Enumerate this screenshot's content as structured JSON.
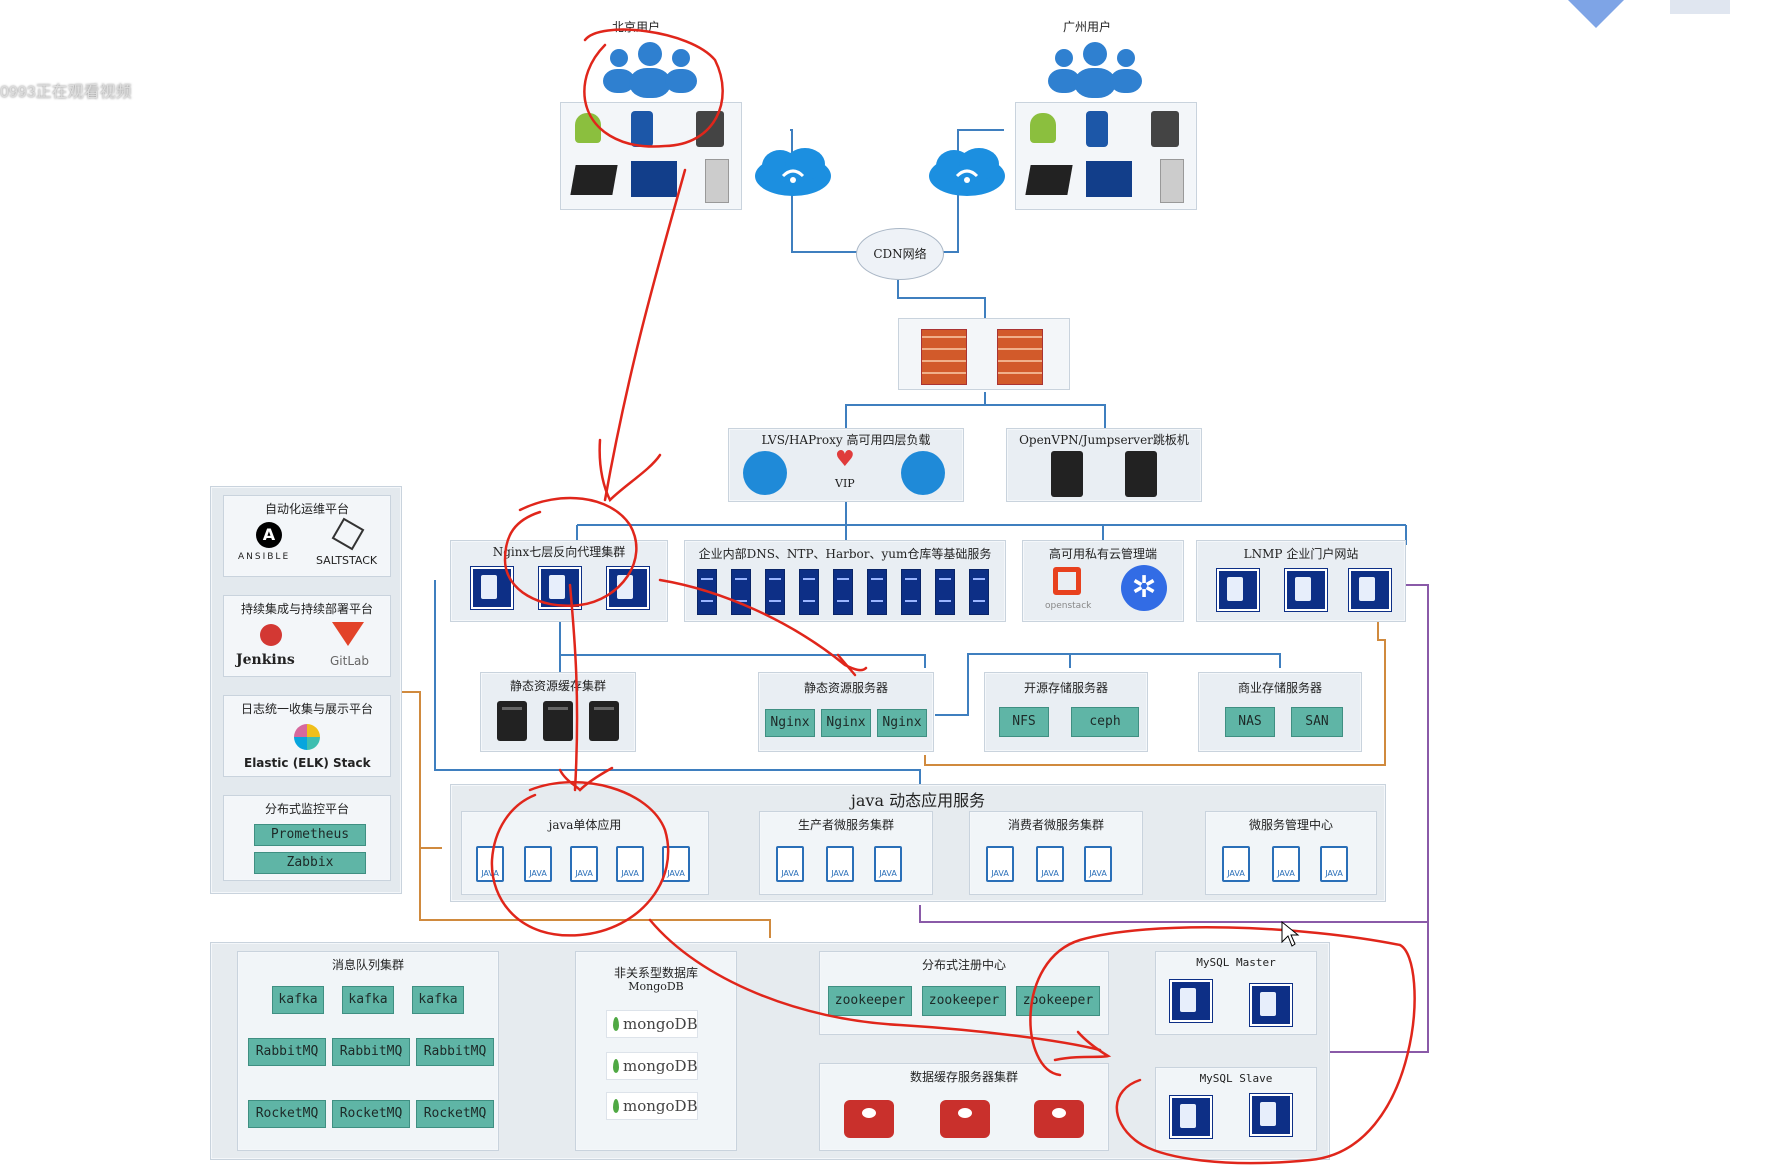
{
  "watermark": "0993正在观看视频",
  "users": {
    "beijing": "北京用户",
    "guangzhou": "广州用户"
  },
  "cdn": "CDN网络",
  "lvs": {
    "title": "LVS/HAProxy 高可用四层负载",
    "vip": "VIP"
  },
  "openvpn": "OpenVPN/Jumpserver跳板机",
  "nginx_proxy": "Nginx七层反向代理集群",
  "infra": "企业内部DNS、NTP、Harbor、yum仓库等基础服务",
  "cloud": {
    "title": "高可用私有云管理端",
    "openstack": "openstack"
  },
  "lnmp": "LNMP 企业门户网站",
  "static_cache": "静态资源缓存集群",
  "static_server": {
    "title": "静态资源服务器",
    "items": [
      "Nginx",
      "Nginx",
      "Nginx"
    ]
  },
  "open_storage": {
    "title": "开源存储服务器",
    "items": [
      "NFS",
      "ceph"
    ]
  },
  "biz_storage": {
    "title": "商业存储服务器",
    "items": [
      "NAS",
      "SAN"
    ]
  },
  "java_dynamic": {
    "title": "java 动态应用服务",
    "groups": [
      "java单体应用",
      "生产者微服务集群",
      "消费者微服务集群",
      "微服务管理中心"
    ]
  },
  "sidebar": {
    "auto_ops": {
      "title": "自动化运维平台",
      "ansible": "ANSIBLE",
      "salt": "SALTSTACK"
    },
    "ci_cd": {
      "title": "持续集成与持续部署平台",
      "jenkins": "Jenkins",
      "gitlab": "GitLab"
    },
    "logging": {
      "title": "日志统一收集与展示平台",
      "elk": "Elastic (ELK) Stack"
    },
    "monitoring": {
      "title": "分布式监控平台",
      "items": [
        "Prometheus",
        "Zabbix"
      ]
    }
  },
  "mq": {
    "title": "消息队列集群",
    "kafka": [
      "kafka",
      "kafka",
      "kafka"
    ],
    "rabbit": [
      "RabbitMQ",
      "RabbitMQ",
      "RabbitMQ"
    ],
    "rocket": [
      "RocketMQ",
      "RocketMQ",
      "RocketMQ"
    ]
  },
  "nosql": {
    "title": "非关系型数据库",
    "subtitle": "MongoDB",
    "items": [
      "mongoDB",
      "mongoDB",
      "mongoDB"
    ]
  },
  "registry": {
    "title": "分布式注册中心",
    "items": [
      "zookeeper",
      "zookeeper",
      "zookeeper"
    ]
  },
  "cache": {
    "title": "数据缓存服务器集群"
  },
  "mysql": {
    "master": "MySQL Master",
    "slave": "MySQL Slave"
  },
  "colors": {
    "line": "#3f7fbf",
    "orange_line": "#d08a3e",
    "purple_line": "#8a5aa8",
    "annotation": "#e0261b",
    "green_button": "#5fb5a6"
  }
}
